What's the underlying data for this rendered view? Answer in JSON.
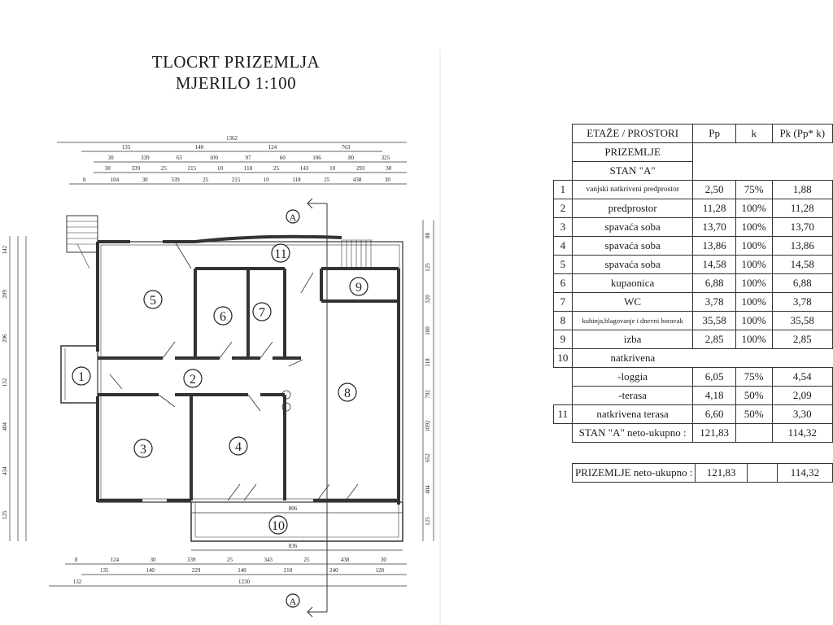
{
  "plan": {
    "title": "TLOCRT PRIZEMLJA",
    "scale": "MJERILO 1:100",
    "section_marker": "A",
    "room_numbers": [
      "1",
      "2",
      "3",
      "4",
      "5",
      "6",
      "7",
      "8",
      "9",
      "10",
      "11"
    ],
    "dims_top": {
      "row1": [
        "1362"
      ],
      "row2": [
        "135",
        "140",
        "124",
        "763"
      ],
      "row3": [
        "30",
        "339",
        "65",
        "100",
        "97",
        "60",
        "106",
        "80",
        "325"
      ],
      "row4": [
        "30",
        "339",
        "25",
        "215",
        "10",
        "118",
        "25",
        "143",
        "10",
        "293",
        "30"
      ],
      "row5": [
        "8",
        "104",
        "30",
        "339",
        "25",
        "215",
        "10",
        "118",
        "25",
        "438",
        "30"
      ]
    },
    "dims_bottom": {
      "terrace_inner": "806",
      "terrace_outer": "836",
      "row1": [
        "8",
        "124",
        "30",
        "339",
        "25",
        "343",
        "25",
        "438",
        "30"
      ],
      "row2": [
        "135",
        "140",
        "229",
        "140",
        "218",
        "240",
        "128"
      ],
      "row3": [
        "132",
        "1230"
      ]
    },
    "dims_left": [
      "142",
      "209",
      "206",
      "132",
      "404",
      "434",
      "125"
    ],
    "dims_right": [
      "88",
      "125",
      "320",
      "100",
      "118",
      "792",
      "1092",
      "652",
      "404",
      "125"
    ]
  },
  "table": {
    "headers": {
      "name": "ETAŽE / PROSTORI",
      "pp": "Pp",
      "k": "k",
      "pk": "Pk (Pp* k)"
    },
    "floor": "PRIZEMLJE",
    "unit": "STAN \"A\"",
    "rows": [
      {
        "n": "1",
        "name": "vanjski natkriveni predprostor",
        "pp": "2,50",
        "k": "75%",
        "pk": "1,88"
      },
      {
        "n": "2",
        "name": "predprostor",
        "pp": "11,28",
        "k": "100%",
        "pk": "11,28"
      },
      {
        "n": "3",
        "name": "spavaća soba",
        "pp": "13,70",
        "k": "100%",
        "pk": "13,70"
      },
      {
        "n": "4",
        "name": "spavaća soba",
        "pp": "13,86",
        "k": "100%",
        "pk": "13,86"
      },
      {
        "n": "5",
        "name": "spavaća soba",
        "pp": "14,58",
        "k": "100%",
        "pk": "14,58"
      },
      {
        "n": "6",
        "name": "kupaonica",
        "pp": "6,88",
        "k": "100%",
        "pk": "6,88"
      },
      {
        "n": "7",
        "name": "WC",
        "pp": "3,78",
        "k": "100%",
        "pk": "3,78"
      },
      {
        "n": "8",
        "name": "kuhinja,blagovanje i dnevni boravak",
        "pp": "35,58",
        "k": "100%",
        "pk": "35,58"
      },
      {
        "n": "9",
        "name": "izba",
        "pp": "2,85",
        "k": "100%",
        "pk": "2,85"
      },
      {
        "n": "10",
        "name": "natkrivena"
      },
      {
        "n": "",
        "name": "-loggia",
        "pp": "6,05",
        "k": "75%",
        "pk": "4,54"
      },
      {
        "n": "",
        "name": "-terasa",
        "pp": "4,18",
        "k": "50%",
        "pk": "2,09"
      },
      {
        "n": "11",
        "name": "natkrivena terasa",
        "pp": "6,60",
        "k": "50%",
        "pk": "3,30"
      }
    ],
    "unit_total": {
      "label": "STAN \"A\" neto-ukupno :",
      "pp": "121,83",
      "pk": "114,32"
    },
    "floor_total": {
      "label": "PRIZEMLJE neto-ukupno :",
      "pp": "121,83",
      "pk": "114,32"
    }
  }
}
